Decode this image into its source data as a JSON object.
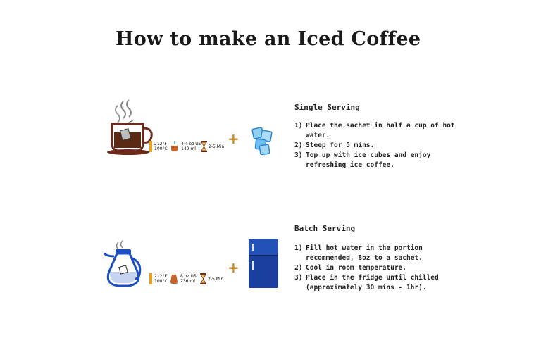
{
  "title": "How to make an Iced Coffee",
  "single": {
    "heading": "Single Serving",
    "temp_f": "212°F",
    "temp_c": "100°C",
    "vol_us": "4½ oz US",
    "vol_ml": "140 ml",
    "time": "2-5 Min",
    "steps": [
      {
        "num": "1)",
        "text": "Place the sachet in half a cup of hot water."
      },
      {
        "num": "2)",
        "text": "Steep for 5 mins."
      },
      {
        "num": "3)",
        "text": "Top up with ice cubes and enjoy refreshing ice coffee."
      }
    ]
  },
  "batch": {
    "heading": "Batch Serving",
    "temp_f": "212°F",
    "temp_c": "100°C",
    "vol_us": "8 oz US",
    "vol_ml": "236 ml",
    "time": "2-5 Min",
    "steps": [
      {
        "num": "1)",
        "text": "Fill hot water in the portion recommended, 8oz to a sachet."
      },
      {
        "num": "2)",
        "text": "Cool in room temperature."
      },
      {
        "num": "3)",
        "text": "Place in the fridge until chilled (approximately 30 mins - 1hr)."
      }
    ]
  },
  "colors": {
    "cup_brown": "#6b2a1a",
    "coffee": "#5a2a14",
    "plus": "#c8882a",
    "ice": "#4aa8e8",
    "fridge": "#1a3f9e",
    "pot_blue": "#1b4fc4"
  }
}
